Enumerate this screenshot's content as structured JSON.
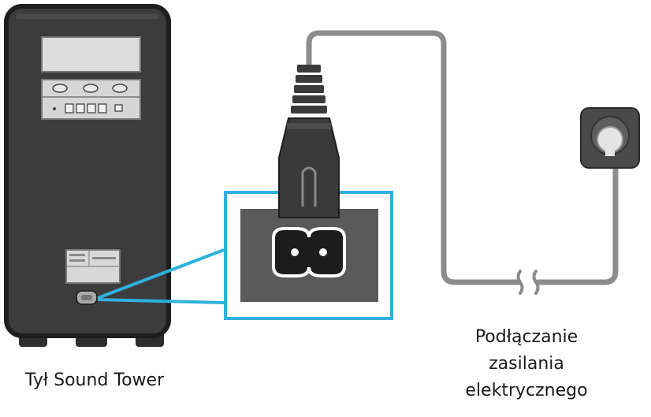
{
  "captions": {
    "tower_back": "Tył Sound Tower",
    "power_connection": [
      "Podłączanie",
      "zasilania",
      "elektrycznego"
    ]
  },
  "colors": {
    "tower_body": "#3c3c3c",
    "tower_edge": "#1e1e1e",
    "panel_face": "#d6d6d6",
    "callout_highlight": "#2fb1dd",
    "inlet_plate": "#5a5a5a",
    "cable": "#8c8c8c",
    "plug": "#3a3a3a",
    "wall_outlet": "#4a4a4a"
  },
  "icons": [
    "sound-tower-back-icon",
    "power-inlet-icon",
    "power-plug-icon",
    "wall-socket-icon",
    "cable-break-icon"
  ]
}
